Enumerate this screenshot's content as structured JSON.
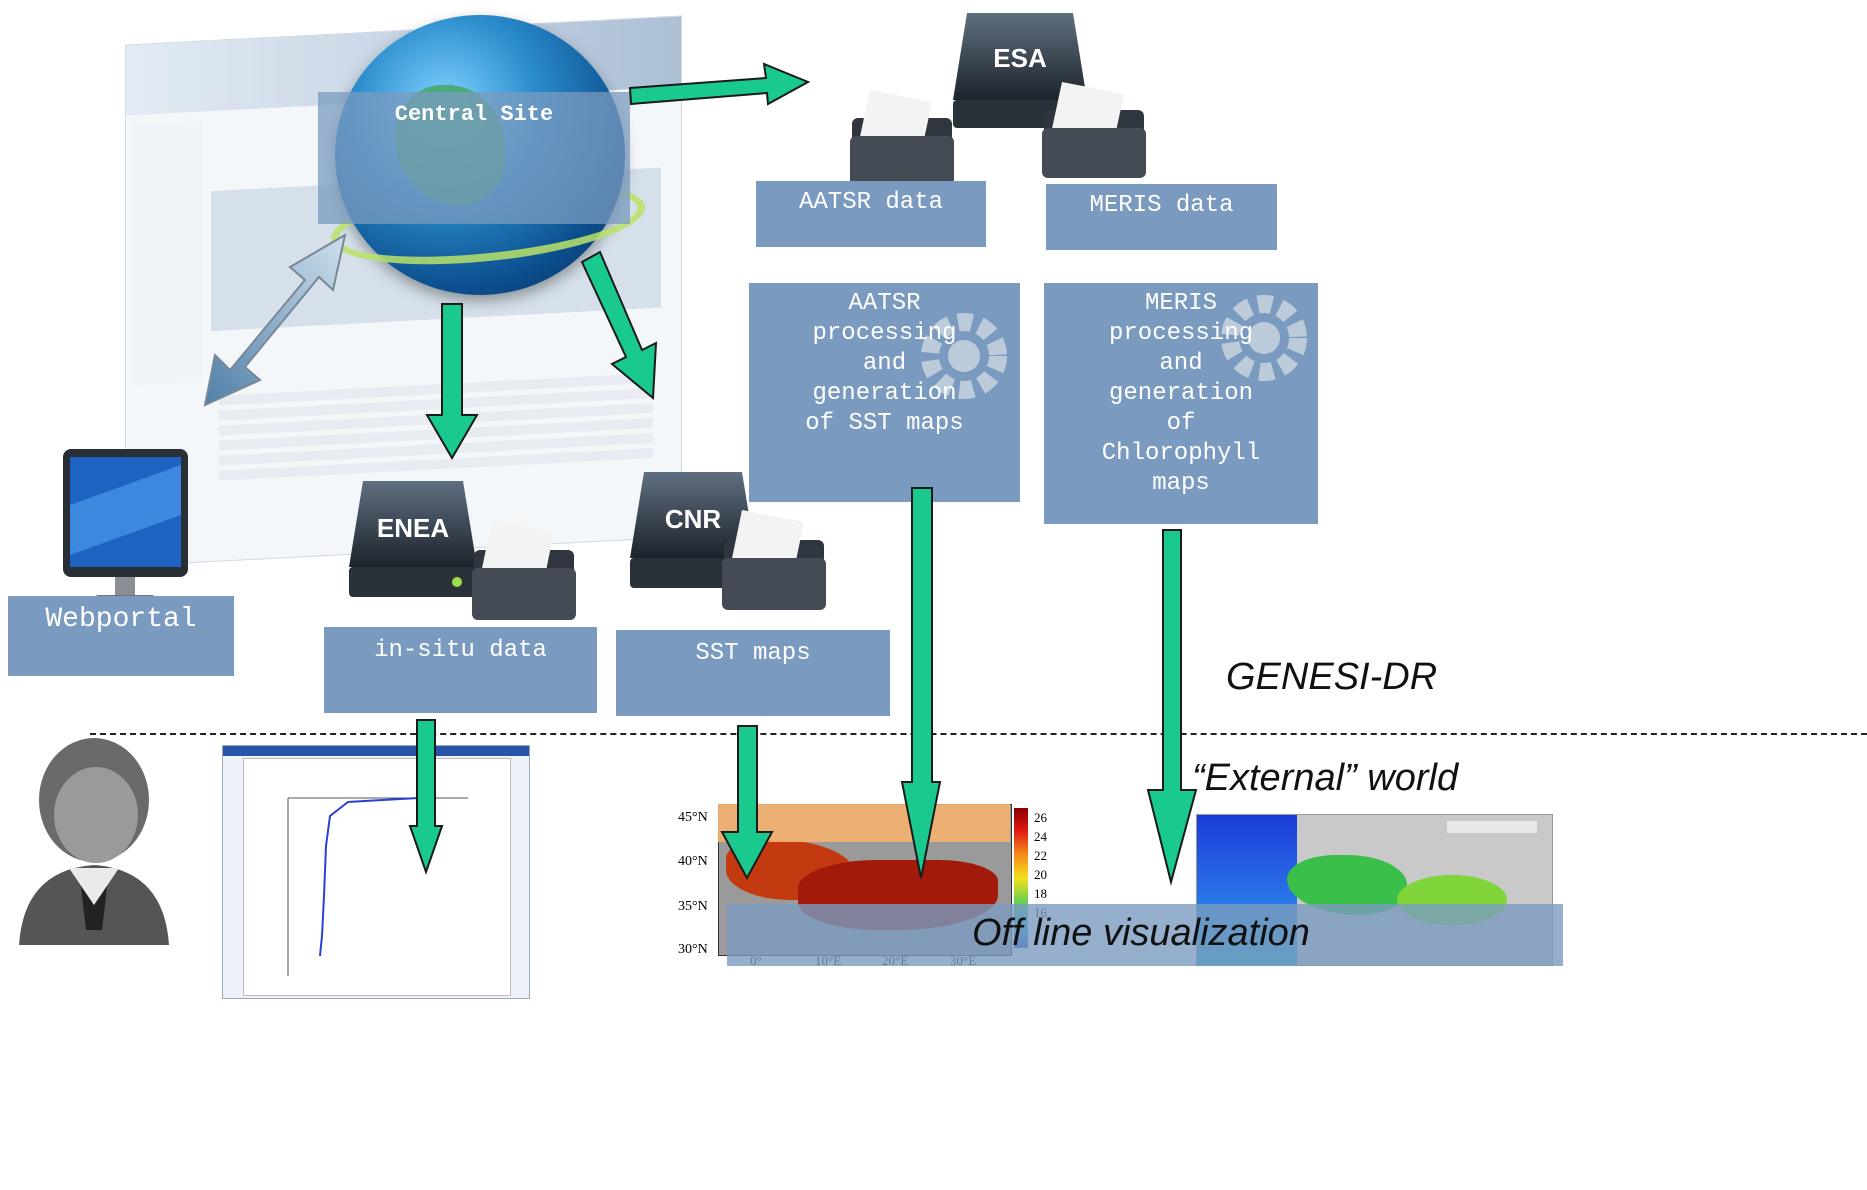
{
  "central_site": {
    "label": "Central Site"
  },
  "esa": {
    "name": "ESA",
    "aatsr_data": "AATSR data",
    "meris_data": "MERIS data",
    "aatsr_processing": [
      "AATSR",
      "processing",
      "and",
      "generation",
      "of SST maps"
    ],
    "meris_processing": [
      "MERIS",
      "processing",
      "and",
      "generation",
      "of",
      "Chlorophyll",
      "maps"
    ]
  },
  "enea": {
    "name": "ENEA",
    "data_label": "in-situ data"
  },
  "cnr": {
    "name": "CNR",
    "data_label": "SST maps"
  },
  "webportal": {
    "label": "Webportal"
  },
  "genesi_dr": "GENESI-DR",
  "external_world": "“External” world",
  "offline_visualization": "Off line visualization",
  "sst_map": {
    "lat_labels": [
      "45°N",
      "40°N",
      "35°N",
      "30°N"
    ],
    "lon_labels": [
      "0°",
      "10°E",
      "20°E",
      "30°E"
    ],
    "colorbar_labels": [
      "26",
      "24",
      "22",
      "20",
      "18",
      "16"
    ]
  },
  "colors": {
    "box": "#7a9bbf",
    "arrow": "#19c98d",
    "arrow_outline": "#1a1a1a"
  }
}
